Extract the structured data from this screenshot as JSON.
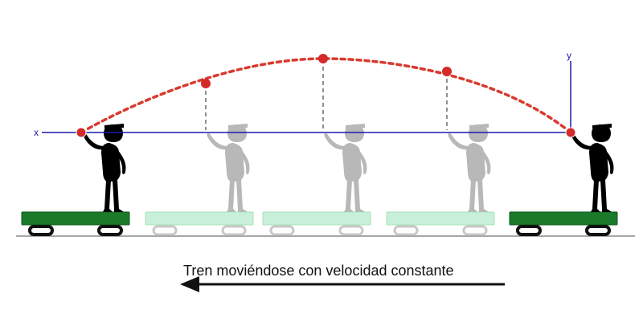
{
  "labels": {
    "x_axis": "x",
    "y_axis": "y",
    "caption": "Tren moviéndose con velocidad constante"
  },
  "colors": {
    "axis": "#1a1aa8",
    "trajectory": "#d83a2e",
    "ball": "#d42a2a",
    "cart_solid": "#1a7a2a",
    "cart_faded": "#c8f0d8",
    "cart_faded_border": "#a8e0bc",
    "person_solid": "#000000",
    "person_faded": "#b8b8b8",
    "dropline": "#909090",
    "ground": "#8a8a8a",
    "arrow": "#111111"
  },
  "icons": {
    "person": "juggler-figure-icon",
    "cart": "train-cart-icon",
    "ball": "ball-icon",
    "arrow": "left-arrow-icon"
  }
}
